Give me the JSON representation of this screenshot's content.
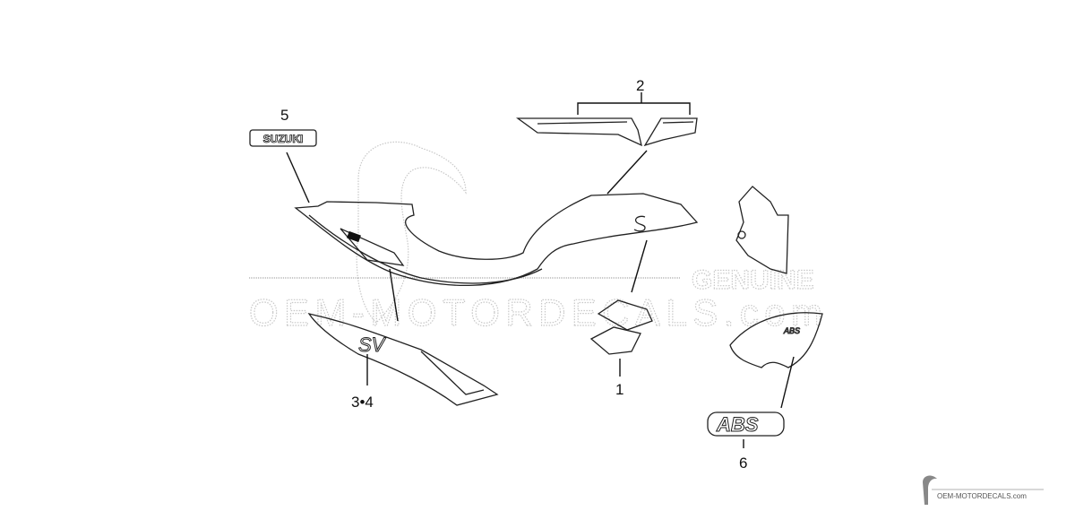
{
  "diagram": {
    "callouts": {
      "part1": "1",
      "part2": "2",
      "part34": "3•4",
      "part5": "5",
      "part6": "6"
    },
    "decal_text": {
      "suzuki_emblem": "SUZUKI",
      "abs_emblem": "ABS",
      "sv_logo": "SV"
    }
  },
  "watermark": {
    "genuine": "GENUINE",
    "site": "OEM-MOTORDECALS.com"
  },
  "footer": {
    "site": "OEM-MOTORDECALS.com"
  },
  "colors": {
    "line": "#222222",
    "watermark": "#c8c8c8"
  }
}
